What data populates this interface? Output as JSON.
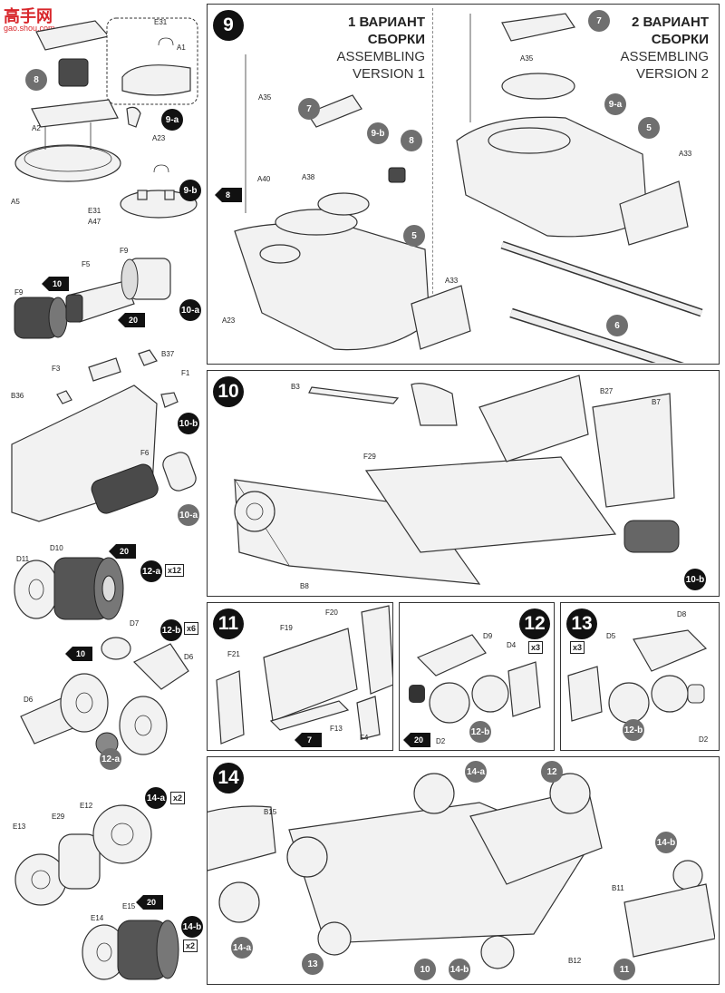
{
  "watermark": {
    "title": "高手网",
    "url": "gao.shou.com"
  },
  "step9": {
    "number": "9",
    "version1": {
      "line1": "1 ВАРИАНТ",
      "line2": "СБОРКИ",
      "line3": "ASSEMBLING",
      "line4": "VERSION 1"
    },
    "version2": {
      "line1": "2 ВАРИАНТ",
      "line2": "СБОРКИ",
      "line3": "ASSEMBLING",
      "line4": "VERSION 2"
    },
    "parts": [
      "A35",
      "A40",
      "A38",
      "A23",
      "A35",
      "A33",
      "A33"
    ],
    "subs": [
      "7",
      "9-b",
      "8",
      "5",
      "7",
      "9-a",
      "5",
      "6"
    ],
    "glue_star": "8"
  },
  "step10": {
    "number": "10",
    "parts": [
      "B3",
      "B27",
      "B7",
      "F29",
      "B8"
    ],
    "sub": "10-b"
  },
  "step11": {
    "number": "11",
    "parts": [
      "F20",
      "F19",
      "F21",
      "F13",
      "F4"
    ],
    "glue_star": "7"
  },
  "step12": {
    "number": "12",
    "parts": [
      "D9",
      "D4",
      "D2"
    ],
    "mult": "x3",
    "sub": "12-b",
    "glue_star": "20"
  },
  "step13": {
    "number": "13",
    "parts": [
      "D8",
      "D5",
      "D2"
    ],
    "mult": "x3",
    "sub": "12-b"
  },
  "step14": {
    "number": "14",
    "parts": [
      "B15",
      "B11",
      "B12"
    ],
    "subs": [
      "14-a",
      "12",
      "14-b",
      "14-a",
      "13",
      "10",
      "14-b",
      "11"
    ]
  },
  "left_column": {
    "sub9a": {
      "label": "9-a",
      "parts": [
        "E31",
        "A1",
        "A2",
        "A23",
        "A5"
      ],
      "sub": "8"
    },
    "sub9b": {
      "label": "9-b",
      "parts": [
        "E31",
        "A47"
      ]
    },
    "sub10a": {
      "label": "10-a",
      "parts": [
        "F9",
        "F5",
        "F9"
      ],
      "stars": [
        "10",
        "20"
      ]
    },
    "sub10b": {
      "label": "10-b",
      "parts": [
        "B37",
        "F3",
        "F1",
        "B36",
        "F6"
      ],
      "sub": "10-a"
    },
    "sub12a": {
      "label": "12-a",
      "parts": [
        "D11",
        "D10"
      ],
      "mult": "x12",
      "star": "20"
    },
    "sub12b": {
      "label": "12-b",
      "parts": [
        "D7",
        "D6",
        "D6"
      ],
      "mult": "x6",
      "star": "10",
      "sub": "12-a"
    },
    "sub14a": {
      "label": "14-a",
      "parts": [
        "E13",
        "E29",
        "E12"
      ],
      "mult": "x2"
    },
    "sub14b": {
      "label": "14-b",
      "parts": [
        "E14",
        "E15"
      ],
      "mult": "x2",
      "star": "20"
    }
  }
}
